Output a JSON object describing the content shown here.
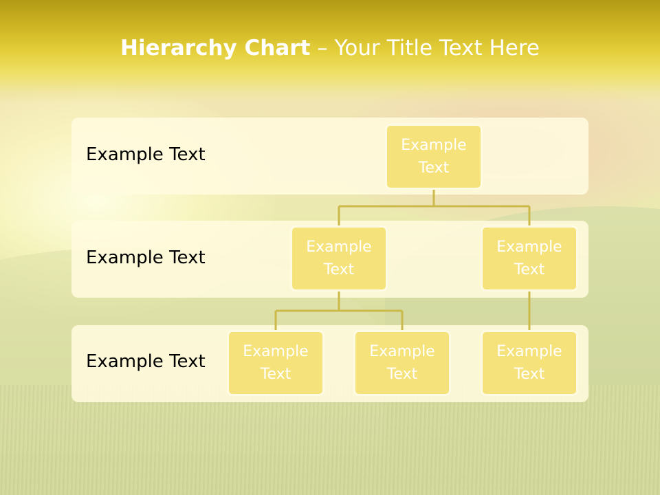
{
  "slide": {
    "title_bold": "Hierarchy Chart",
    "title_rest": " – Your Title Text Here"
  },
  "levels": [
    {
      "label": "Example Text"
    },
    {
      "label": "Example Text"
    },
    {
      "label": "Example Text"
    }
  ],
  "nodes": {
    "root": "Example Text",
    "mid_left": "Example Text",
    "mid_right": "Example Text",
    "leaf_1": "Example Text",
    "leaf_2": "Example Text",
    "leaf_3": "Example Text"
  },
  "colors": {
    "title_band": "#e4cf3a",
    "node_fill": "#f6e27a",
    "node_border": "#fffbe2",
    "row_fill": "#fffbde",
    "connector": "#cbb94a",
    "node_text": "#ffffff",
    "label_text": "#000000"
  }
}
